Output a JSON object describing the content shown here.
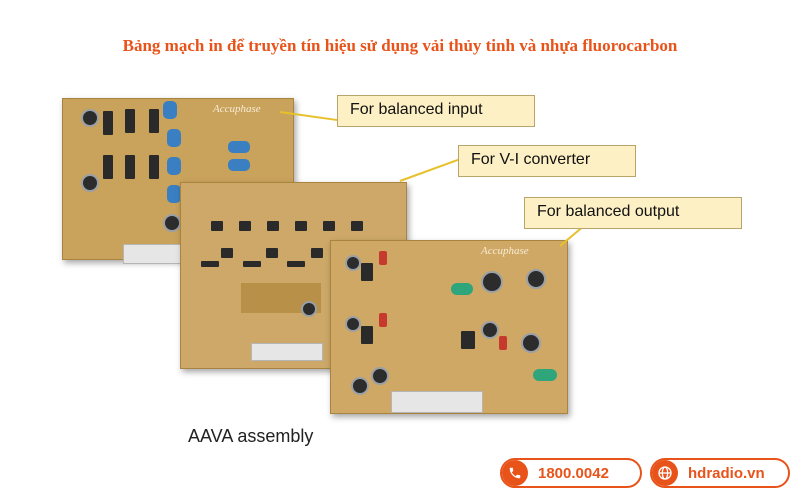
{
  "title": "Bảng mạch in để truyền tín hiệu sử dụng vải thủy tinh và nhựa fluorocarbon",
  "labels": {
    "balanced_input": "For balanced input",
    "vi_converter": "For V-I converter",
    "balanced_output": "For balanced output"
  },
  "caption": "AAVA assembly",
  "logo_text": "Accuphase",
  "contact": {
    "phone": "1800.0042",
    "website": "hdradio.vn"
  },
  "colors": {
    "accent": "#e8531a",
    "label_bg": "#fdf0c4",
    "leader": "#e6c12a"
  },
  "icons": [
    "phone-icon",
    "globe-icon"
  ]
}
